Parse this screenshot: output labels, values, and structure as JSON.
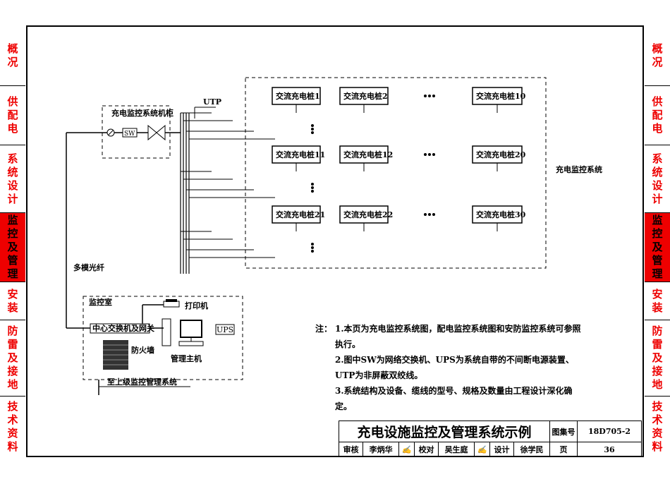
{
  "left_tabs": [
    {
      "label": "概况",
      "active": false
    },
    {
      "label": "供配电",
      "active": false
    },
    {
      "label": "系统设计",
      "active": false
    },
    {
      "label": "监控及管理",
      "active": true
    },
    {
      "label": "安装",
      "active": false
    },
    {
      "label": "防雷及接地",
      "active": false
    },
    {
      "label": "技术资料",
      "active": false
    }
  ],
  "diagram": {
    "cabinet_label": "充电监控系统机柜",
    "sw_label": "SW",
    "utp_label": "UTP",
    "system_label": "充电监控系统",
    "chargers": [
      [
        "交流充电桩1",
        "交流充电桩2",
        "交流充电桩10"
      ],
      [
        "交流充电桩11",
        "交流充电桩12",
        "交流充电桩20"
      ],
      [
        "交流充电桩21",
        "交流充电桩22",
        "交流充电桩30"
      ]
    ],
    "fiber_label": "多模光纤",
    "room_label": "监控室",
    "switch_label": "中心交换机及网关",
    "printer_label": "打印机",
    "ups_label": "UPS",
    "firewall_label": "防火墙",
    "host_label": "管理主机",
    "uplink_label": "至上级监控管理系统"
  },
  "notes": {
    "prefix": "注：",
    "items": [
      "1.本页为充电监控系统图，配电监控系统图和安防监控系统可参照执行。",
      "2.图中SW为网络交换机、UPS为系统自带的不间断电源装置、UTP为非屏蔽双绞线。",
      "3.系统结构及设备、缆线的型号、规格及数量由工程设计深化确定。"
    ]
  },
  "title_block": {
    "title": "充电设施监控及管理系统示例",
    "atlas_label": "图集号",
    "atlas_no": "18D705-2",
    "review_label": "审核",
    "reviewer": "李炳华",
    "check_label": "校对",
    "checker": "吴生庭",
    "design_label": "设计",
    "designer": "徐学民",
    "page_label": "页",
    "page_no": "36"
  }
}
